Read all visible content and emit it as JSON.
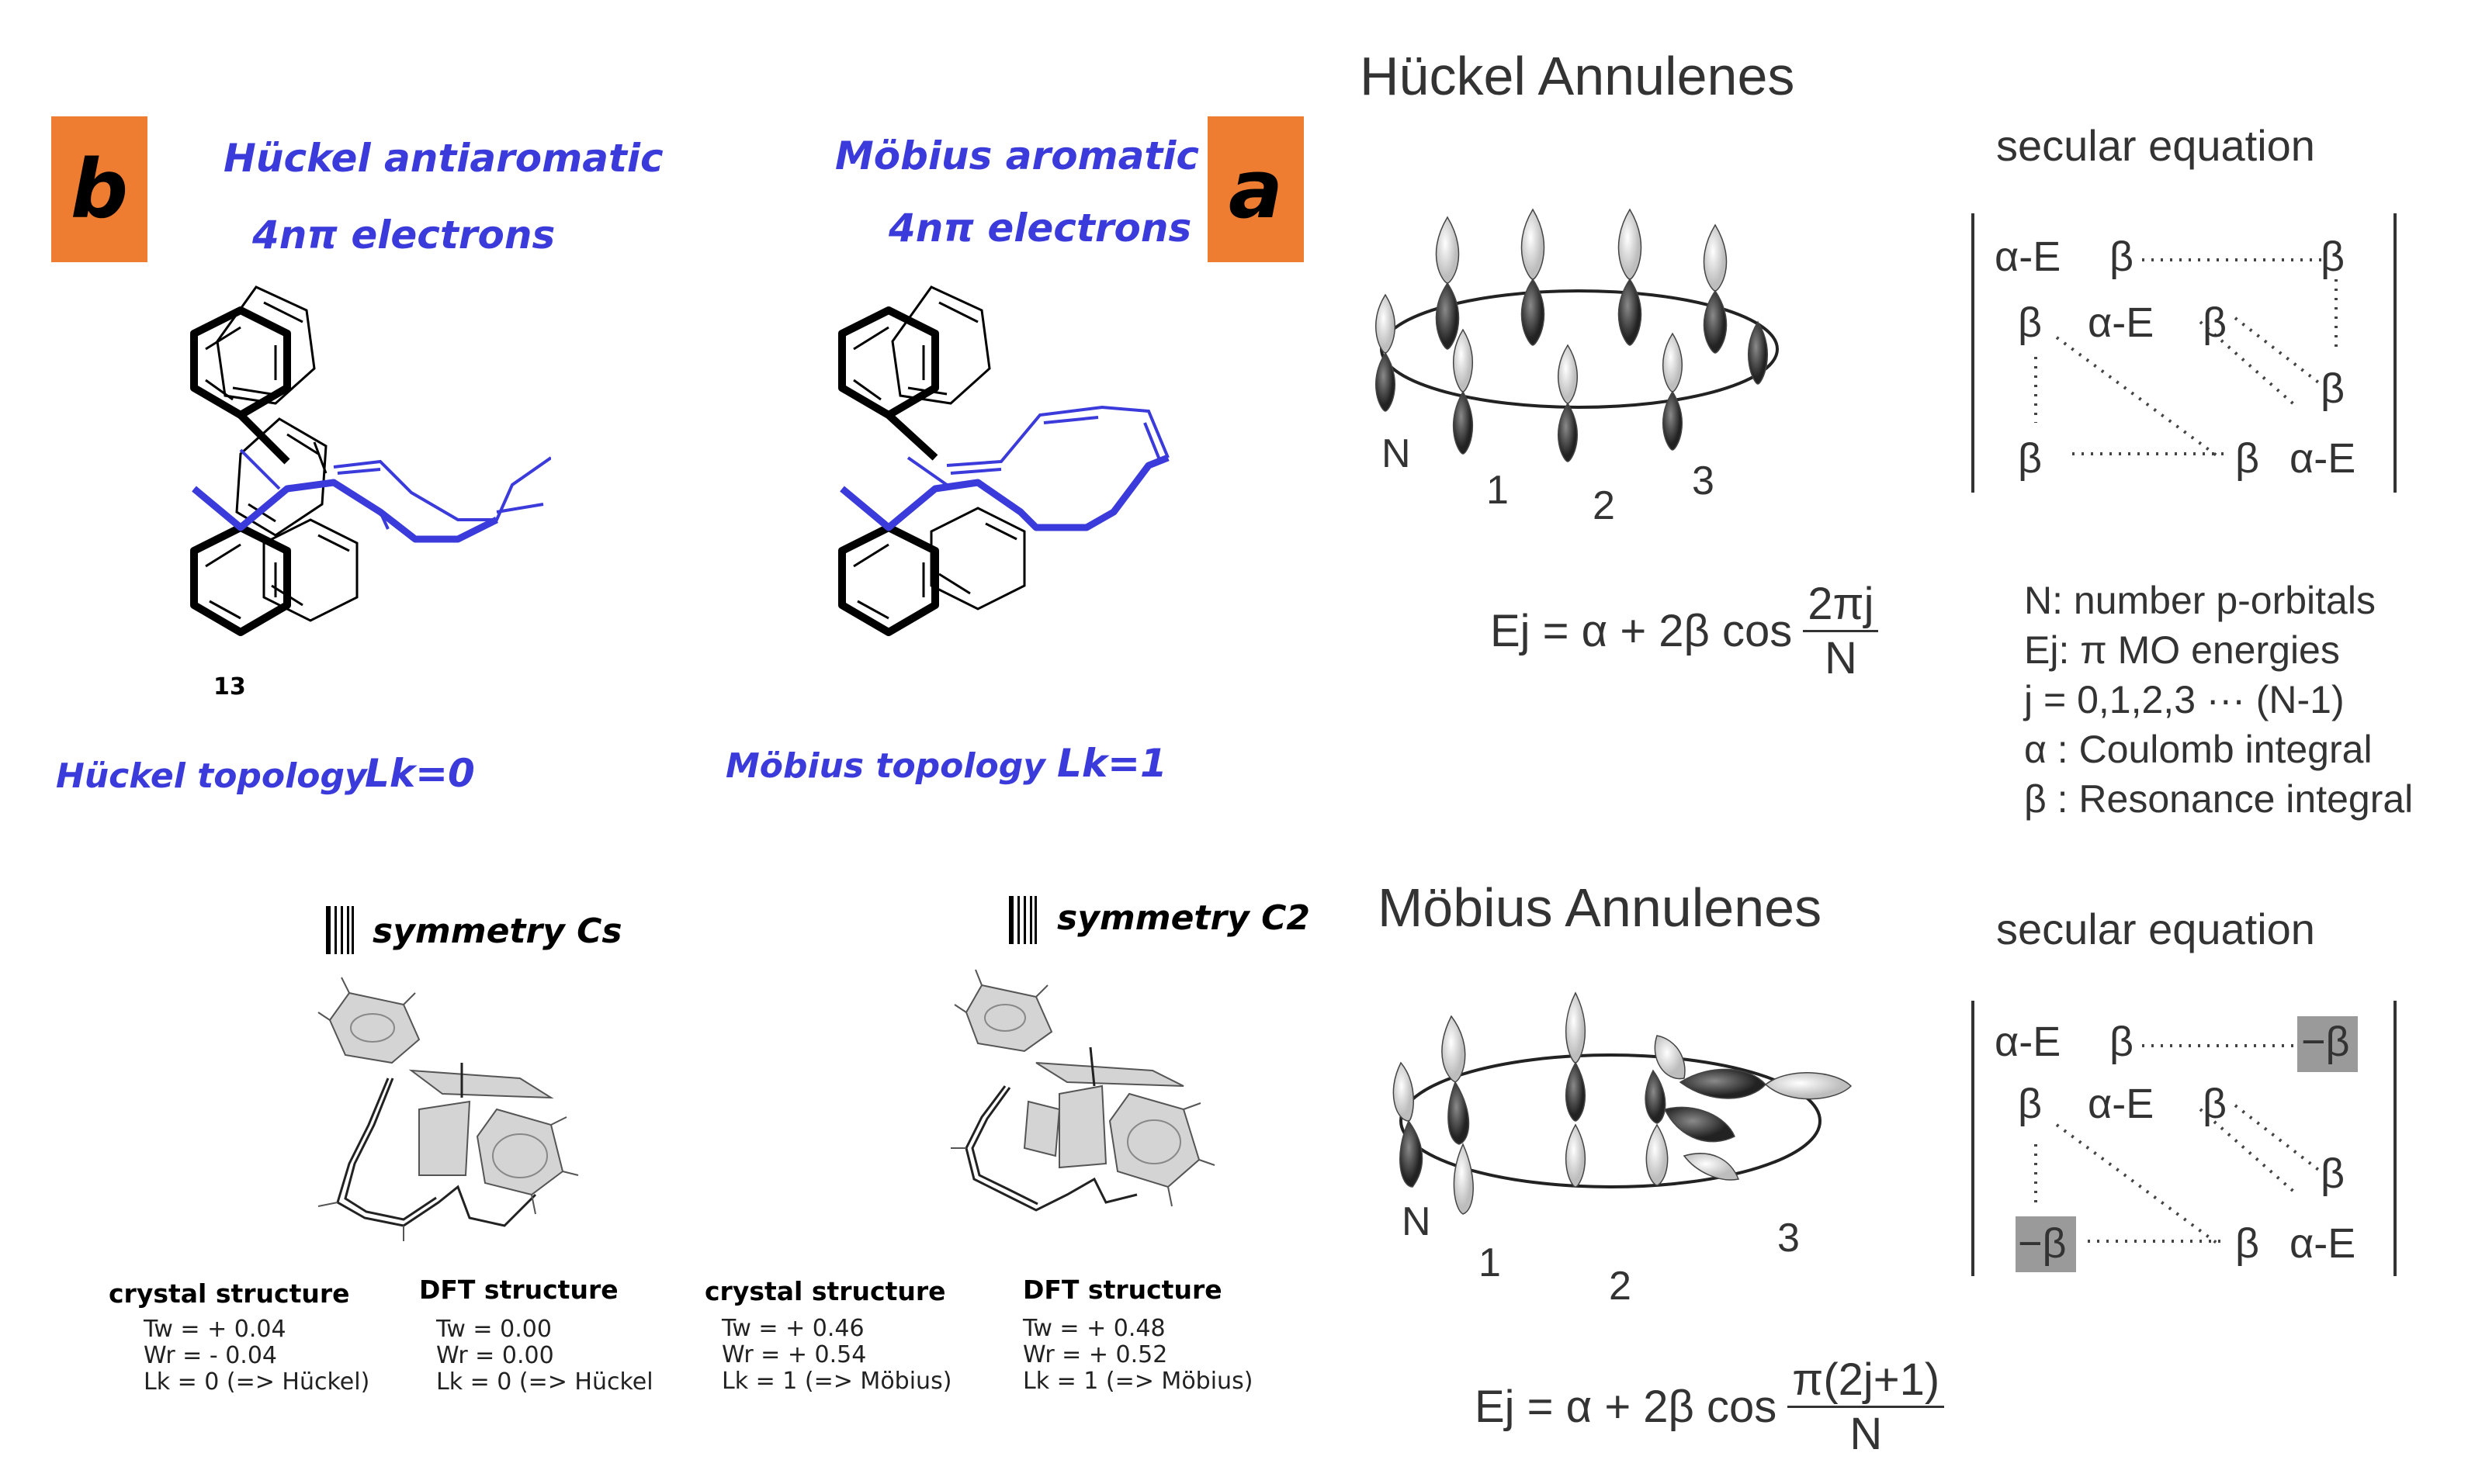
{
  "left": {
    "badge_b": "b",
    "badge_a": "a",
    "huckel_title": "Hückel antiaromatic",
    "huckel_electrons": "4nπ electrons",
    "mobius_title": "Möbius aromatic",
    "mobius_electrons": "4nπ electrons",
    "compound_label": "13",
    "huckel_topology": "Hückel topology",
    "huckel_lk": "Lk=0",
    "mobius_topology": "Möbius topology",
    "mobius_lk": "Lk=1",
    "symmetry_cs": "symmetry Cs",
    "symmetry_c2": "symmetry C2",
    "structures": [
      {
        "title": "crystal structure",
        "tw": "Tw = + 0.04",
        "wr": "Wr = - 0.04",
        "lk": "Lk =   0   (=> Hückel)"
      },
      {
        "title": "DFT structure",
        "tw": "Tw =    0.00",
        "wr": "Wr =    0.00",
        "lk": "Lk =   0   (=> Hückel"
      },
      {
        "title": "crystal structure",
        "tw": "Tw = + 0.46",
        "wr": "Wr = + 0.54",
        "lk": "Lk =   1   (=> Möbius)"
      },
      {
        "title": "DFT structure",
        "tw": "Tw = + 0.48",
        "wr": "Wr = + 0.52",
        "lk": "Lk =   1   (=> Möbius)"
      }
    ]
  },
  "right": {
    "huckel_header": "Hückel Annulenes",
    "mobius_header": "Möbius Annulenes",
    "secular_label": "secular equation",
    "orbital_labels": [
      "N",
      "1",
      "2",
      "3"
    ],
    "huckel_matrix": [
      "α-E",
      "β",
      "β",
      "β",
      "α-E",
      "β",
      "β",
      "β",
      "β",
      "α-E"
    ],
    "mobius_matrix": [
      "α-E",
      "β",
      "−β",
      "β",
      "α-E",
      "β",
      "β",
      "−β",
      "β",
      "α-E"
    ],
    "huckel_eq_lhs": "Ej = α + 2β cos",
    "huckel_eq_num": "2πj",
    "huckel_eq_den": "N",
    "mobius_eq_lhs": "Ej = α + 2β cos",
    "mobius_eq_num": "π(2j+1)",
    "mobius_eq_den": "N",
    "legend": [
      "N: number p-orbitals",
      "Ej: π MO energies",
      "j = 0,1,2,3 ··· (N-1)",
      "α : Coulomb integral",
      "β : Resonance integral"
    ],
    "colors": {
      "highlight": "#9a9a9a",
      "badge": "#ee7d31",
      "blue": "#3b3bdb"
    }
  }
}
